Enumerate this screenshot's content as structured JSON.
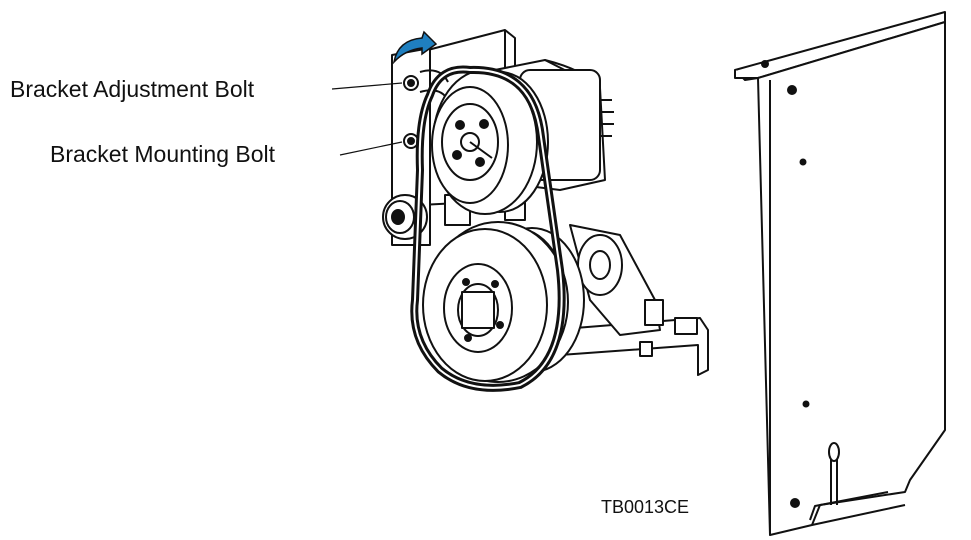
{
  "labels": {
    "adjustment_bolt": "Bracket Adjustment Bolt",
    "mounting_bolt": "Bracket Mounting Bolt"
  },
  "figure_code": "TB0013CE",
  "colors": {
    "arrow": "#1f7fbf",
    "line": "#111111",
    "fill": "#ffffff"
  }
}
